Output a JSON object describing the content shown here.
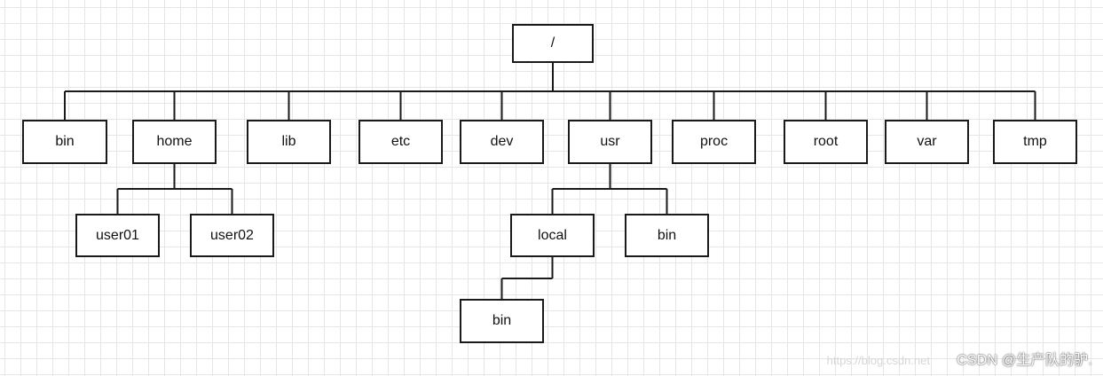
{
  "diagram": {
    "nodes": {
      "root_dir": "/",
      "bin": "bin",
      "home": "home",
      "lib": "lib",
      "etc": "etc",
      "dev": "dev",
      "usr": "usr",
      "proc": "proc",
      "root": "root",
      "var": "var",
      "tmp": "tmp",
      "user01": "user01",
      "user02": "user02",
      "local": "local",
      "usr_bin": "bin",
      "local_bin": "bin"
    },
    "edges": [
      [
        "root_dir",
        "bin"
      ],
      [
        "root_dir",
        "home"
      ],
      [
        "root_dir",
        "lib"
      ],
      [
        "root_dir",
        "etc"
      ],
      [
        "root_dir",
        "dev"
      ],
      [
        "root_dir",
        "usr"
      ],
      [
        "root_dir",
        "proc"
      ],
      [
        "root_dir",
        "root"
      ],
      [
        "root_dir",
        "var"
      ],
      [
        "root_dir",
        "tmp"
      ],
      [
        "home",
        "user01"
      ],
      [
        "home",
        "user02"
      ],
      [
        "usr",
        "local"
      ],
      [
        "usr",
        "usr_bin"
      ],
      [
        "local",
        "local_bin"
      ]
    ]
  },
  "watermark": {
    "text": "CSDN @生产队的驴.",
    "faint_text": "https://blog.csdn.net"
  },
  "colors": {
    "line": "#1a1a1a",
    "grid": "#e6e6e6"
  }
}
